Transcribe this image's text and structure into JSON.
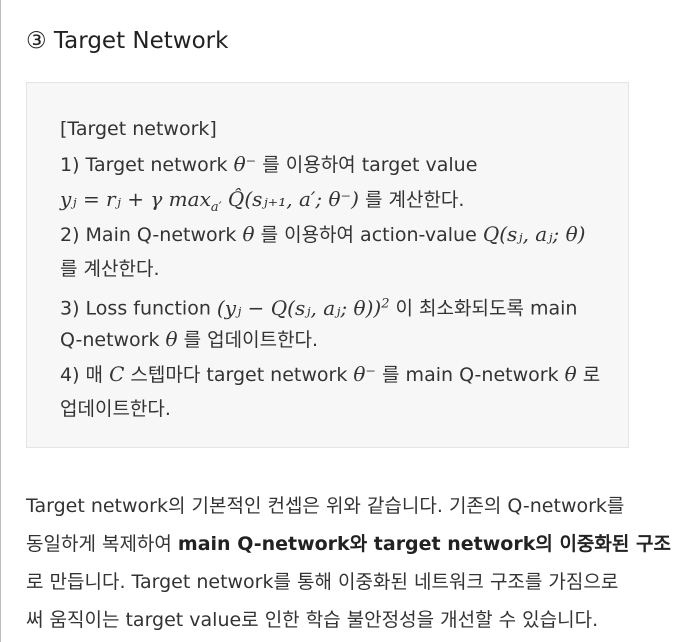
{
  "heading": "③ Target Network",
  "box": {
    "line1": "[Target network]",
    "line2_pre": "1) Target network ",
    "line2_math": "θ⁻",
    "line2_post": " 를 이용하여 target value",
    "line3_math_a": "yⱼ = rⱼ + γ max",
    "line3_math_sub": "a′",
    "line3_math_b": " Q̂(sⱼ₊₁, a′; θ⁻)",
    "line3_post": " 를 계산한다.",
    "line4_pre": "2) Main Q-network ",
    "line4_math1": "θ",
    "line4_mid": " 를 이용하여 action-value ",
    "line4_math2": "Q(sⱼ, aⱼ; θ)",
    "line5": "를 계산한다.",
    "line6_pre": "3) Loss function ",
    "line6_math": "(yⱼ − Q(sⱼ, aⱼ; θ))",
    "line6_sup": "2",
    "line6_post": " 이 최소화되도록 main",
    "line7_pre": "Q-network ",
    "line7_math": "θ",
    "line7_post": " 를 업데이트한다.",
    "line8_pre": "4) 매 ",
    "line8_math1": "C",
    "line8_mid": " 스텝마다 target network ",
    "line8_math2": "θ⁻",
    "line8_mid2": " 를 main Q-network ",
    "line8_math3": "θ",
    "line8_post": " 로",
    "line9": "업데이트한다."
  },
  "paragraph": {
    "l1": "Target network의 기본적인 컨셉은 위와 같습니다. 기존의 Q-network를",
    "l2_pre": "동일하게 복제하여 ",
    "l2_bold": "main Q-network와 target network의 이중화된 구조",
    "l3": "로 만듭니다. Target network를 통해 이중화된 네트워크 구조를 가짐으로",
    "l4": "써 움직이는 target value로 인한 학습 불안정성을 개선할 수 있습니다."
  }
}
